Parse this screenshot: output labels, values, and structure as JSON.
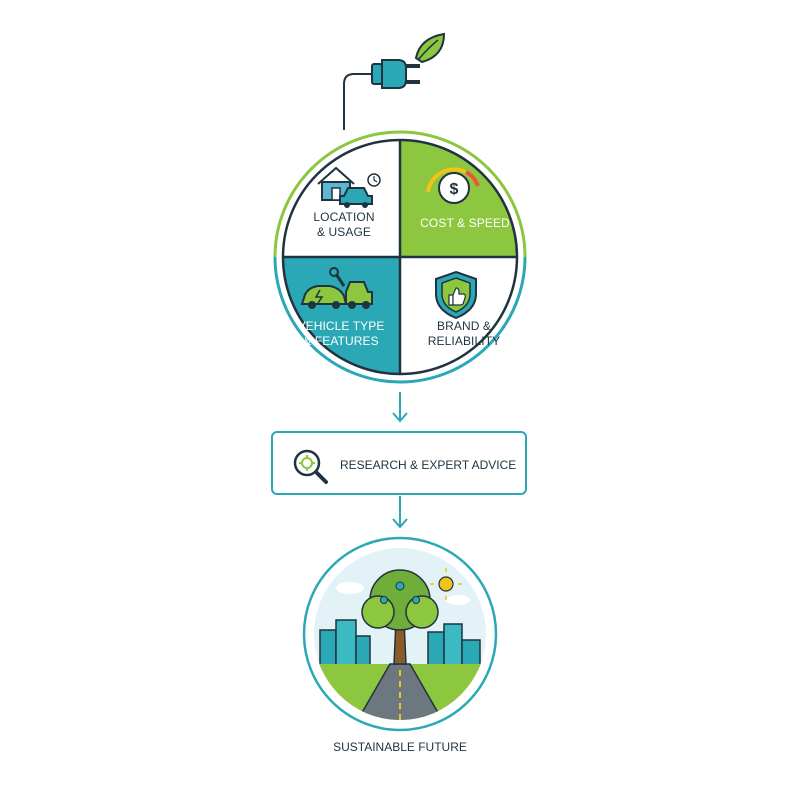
{
  "quadrants": {
    "location_usage": "LOCATION\n& USAGE",
    "cost_speed": "COST & SPEED",
    "vehicle_type": "VEHICLE TYPE\n& FEATURES",
    "brand_reliability": "BRAND &\nRELIABILITY"
  },
  "research_step": {
    "label": "RESEARCH & EXPERT ADVICE"
  },
  "outcome": {
    "label": "SUSTAINABLE FUTURE"
  },
  "icons": {
    "plug": "plug-with-leaf-icon",
    "location": "house-and-car-icon",
    "cost": "dollar-speedometer-icon",
    "vehicle": "cars-and-wrench-icon",
    "brand": "shield-thumbs-up-icon",
    "research": "magnifier-gear-icon",
    "future": "tree-city-road-icon"
  },
  "colors": {
    "teal": "#2aa8b5",
    "green": "#8dc63f",
    "dark": "#1f3340"
  }
}
